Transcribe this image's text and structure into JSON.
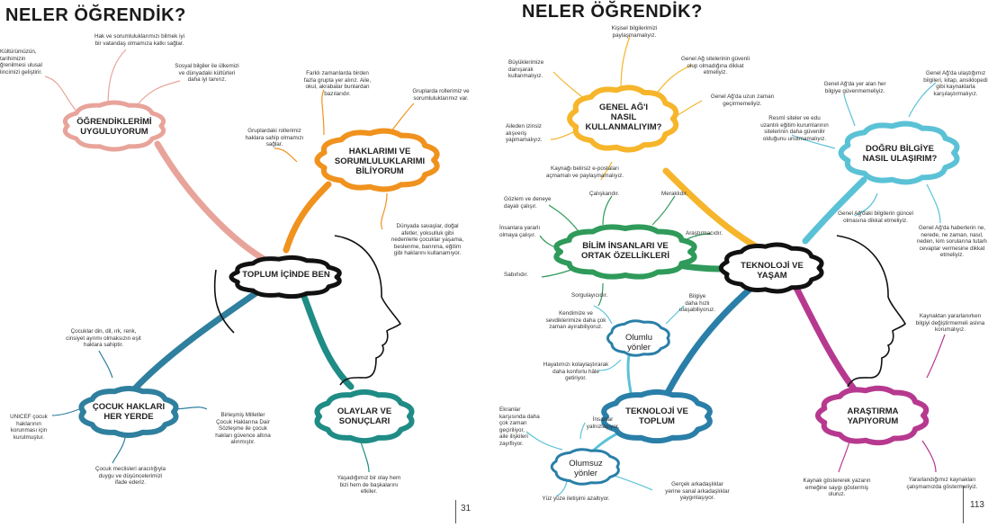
{
  "left": {
    "title": "NELER ÖĞRENDİK?",
    "page_number": "31",
    "clouds": {
      "center": "TOPLUM İÇİNDE BEN",
      "ogrendiklerimi": "ÖĞRENDİKLERİMİ\nUYGULUYORUM",
      "haklarimi": "HAKLARIMI VE\nSORUMLULUKLARIMI\nBİLİYORUM",
      "cocuk": "ÇOCUK HAKLARI\nHER YERDE",
      "olaylar": "OLAYLAR VE\nSONUÇLARI"
    },
    "notes": {
      "kultur": "Kültürümüzün,\ntarihimizin\nğrenilmesi ulusal\nlincimizi geliştirir.",
      "hak_sorumluluk": "Hak ve sorumluluklarımızı bilmek iyi\nbir vatandaş olmamıza katkı sağlar.",
      "sosyal": "Sosyal bilgiler ile ülkemizi\nve dünyadaki kültürleri\ndaha iyi tanırız.",
      "farkli_zaman": "Farklı zamanlarda birden\nfazla grupta yer alırız. Aile,\nokul, akrabalar bunlardan\nbazılarıdır.",
      "gruplarda_rol": "Gruplarda rollerimiz ve\nsorumluluklarımız var.",
      "gruplardaki": "Gruplardaki rollerimiz\nhaklara sahip olmamızı\nsağlar.",
      "dunyada": "Dünyada savaşlar, doğal\nafetler, yoksulluk gibi\nnedenlerle çocuklar yaşama,\nbeslenme, barınma, eğitim\ngibi haklarını kullanamıyor.",
      "cocuklar_din": "Çocuklar din, dil, ırk, renk,\ncinsiyet ayrımı olmaksızın eşit\nhaklara sahiptir.",
      "unicef": "UNICEF çocuk\nhaklarının\nkorunması için\nkurulmuştur.",
      "birlesmis": "Birleşmiş Milletler\nÇocuk Haklarına Dair\nSözleşme ile çocuk\nhakları güvence altına\nalınmıştır.",
      "meclis": "Çocuk meclisleri aracılığıyla\nduygu ve düşüncelerimizi\nifade ederiz.",
      "yasadigimiz": "Yaşadığımız bir olay hem\nbizi hem de başkalarını\netkiler."
    }
  },
  "right": {
    "title": "NELER ÖĞRENDİK?",
    "page_number": "113",
    "clouds": {
      "center": "TEKNOLOJİ VE\nYAŞAM",
      "genel_ag": "GENEL AĞ'I\nNASIL\nKULLANMALIYIM?",
      "dogru_bilgi": "DOĞRU BİLGİYE\nNASIL ULAŞIRIM?",
      "bilim": "BİLİM İNSANLARI VE\nORTAK ÖZELLİKLERİ",
      "olumlu": "Olumlu\nyönler",
      "teknoloji_toplum": "TEKNOLOJİ VE\nTOPLUM",
      "olumsuz": "Olumsuz\nyönler",
      "arastirma": "ARAŞTIRMA\nYAPIYORUM"
    },
    "notes": {
      "kisisel": "Kişisel bilgilerimizi\npaylaşmamalıyız.",
      "buyuklerimize": "Büyüklerimize\ndanışarak\nkullanmalıyız.",
      "guvenli": "Genel Ağ sitelerinin güvenli\nolup olmadığına dikkat\netmeliyiz.",
      "uzun_zaman": "Genel Ağ'da uzun zaman\ngeçirmemeliyiz.",
      "izinsiz": "Aileden izinsiz\nalışveriş\nyapmamalıyız.",
      "kaynagi": "Kaynağı belirsiz e-postaları\naçmamalı ve paylaşmamalıyız.",
      "yer_alan": "Genel Ağ'da yer alan her\nbilgiye güvenmemeliyiz.",
      "ulastigimiz": "Genel Ağ'da ulaştığımız\nbilgileri, kitap, ansiklopedi\ngibi kaynaklarla\nkarşılaştırmalıyız.",
      "resmi": "Resmî siteler ve edu\nuzantılı eğitim kurumlarının\nsitelerinin daha güvenilir\nolduğunu unutmamalıyız.",
      "guncel": "Genel Ağ'daki bilgilerin güncel\nolmasına dikkat etmeliyiz.",
      "haberlerin": "Genel Ağ'da haberlerin ne,\nnerede, ne zaman, nasıl,\nneden, kim sorularına tutarlı\ncevaplar vermesine dikkat\netmeliyiz.",
      "gozlem": "Gözlem ve deneye\ndayalı çalışır.",
      "caliskan": "Çalışkandır.",
      "merakli": "Meraklıdır.",
      "insanlara": "İnsanlara yararlı\nolmaya çalışır.",
      "arastirmaci": "Araştırmacıdır.",
      "sabirli": "Sabırlıdır.",
      "sorgulayici": "Sorgulayıcıdır.",
      "kendimize": "Kendimize ve\nsevdiklerimize daha çok\nzaman ayırabiliyoruz.",
      "bilgiye_hizli": "Bilgiye\ndaha hızlı\nulaşabiliyoruz.",
      "hayatimizi": "Hayatımızı kolaylaştırarak\ndaha konforlu hâle\ngetiriyor.",
      "ekranlar": "Ekranlar\nkarşısında daha\nçok zaman\ngeçiriliyor,\naile ilişkileri\nzayıflıyor.",
      "yalnizlasiyor": "İnsanlar\nyalnızlaşıyor.",
      "gercek": "Gerçek arkadaşlıklar\nyerine sanal arkadaşlıklar\nyaygınlaşıyor.",
      "yuz_yuze": "Yüz yüze iletişimi azaltıyor.",
      "kaynaktan": "Kaynaktan yararlanırken\nbilgiyi değiştirmemeli aslına\nkorumalıyız.",
      "kaynak_gostererek": "Kaynak göstererek yazarın\nemeğine saygı göstermiş\noluruz.",
      "yararlandigimiz": "Yararlandığımız kaynakları\nçalışmamızda göstermeliyiz."
    }
  },
  "colors": {
    "pink": "#e8a49a",
    "orange": "#f0921e",
    "blue_teal": "#2f7f9e",
    "teal": "#1f8c86",
    "yellow": "#f6b52a",
    "sky": "#5bc2d6",
    "green": "#2f9a5a",
    "magenta": "#b7398f",
    "dark_blue": "#2a7fa8",
    "black": "#111111"
  }
}
